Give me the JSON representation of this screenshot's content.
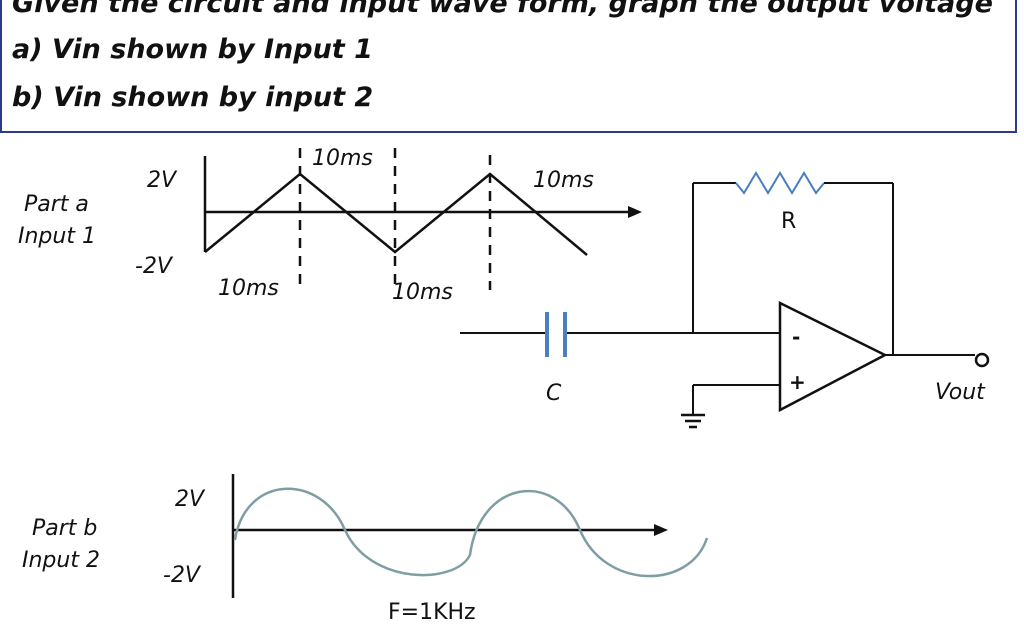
{
  "header": {
    "title": "Given the circuit and input wave form, graph the output voltage",
    "question_a": "a)  Vin shown by Input 1",
    "question_b": "b)  Vin shown by input 2"
  },
  "part_a": {
    "label_line1": "Part a",
    "label_line2": "Input 1",
    "top_level": "2V",
    "bottom_level": "-2V",
    "period_labels": [
      "10ms",
      "10ms",
      "10ms",
      "10ms"
    ]
  },
  "circuit": {
    "resistor_label": "R",
    "capacitor_label": "C",
    "output_label": "Vout",
    "minus_sign": "-",
    "plus_sign": "+"
  },
  "part_b": {
    "label_line1": "Part b",
    "label_line2": "Input 2",
    "top_level": "2V",
    "bottom_level": "-2V",
    "frequency_label": "F=1KHz"
  },
  "colors": {
    "header_border": "#2b3a8c",
    "sine_wave": "#7f9ea3",
    "capacitor": "#4a7fc0",
    "ink": "#111111"
  }
}
